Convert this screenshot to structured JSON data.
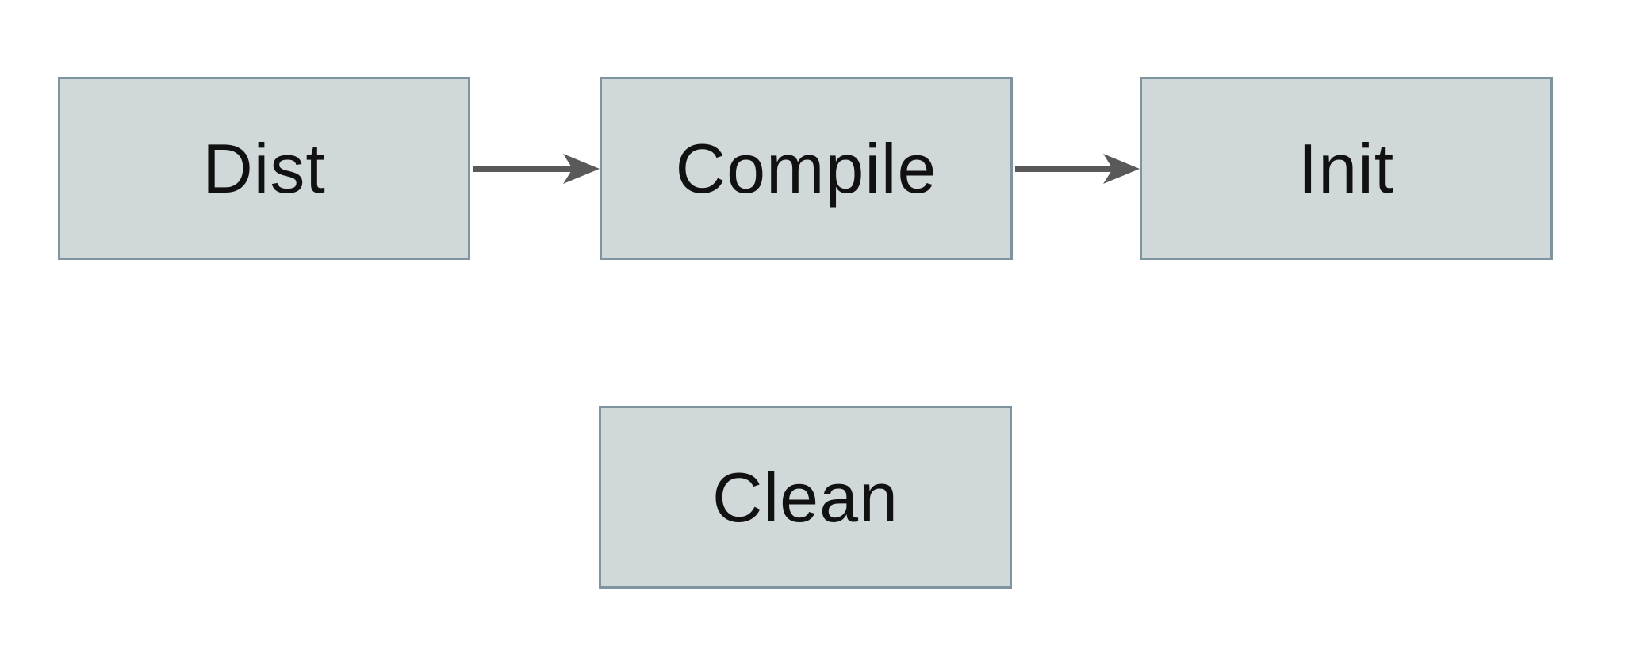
{
  "diagram": {
    "type": "flowchart",
    "nodes": [
      {
        "id": "dist",
        "label": "Dist"
      },
      {
        "id": "compile",
        "label": "Compile"
      },
      {
        "id": "init",
        "label": "Init"
      },
      {
        "id": "clean",
        "label": "Clean"
      }
    ],
    "edges": [
      {
        "from": "dist",
        "to": "compile"
      },
      {
        "from": "compile",
        "to": "init"
      }
    ],
    "colors": {
      "background": "#ffffff",
      "node_fill": "#d1d8da",
      "node_border": "#7e959f",
      "arrow": "#595959",
      "text": "#111111"
    }
  }
}
